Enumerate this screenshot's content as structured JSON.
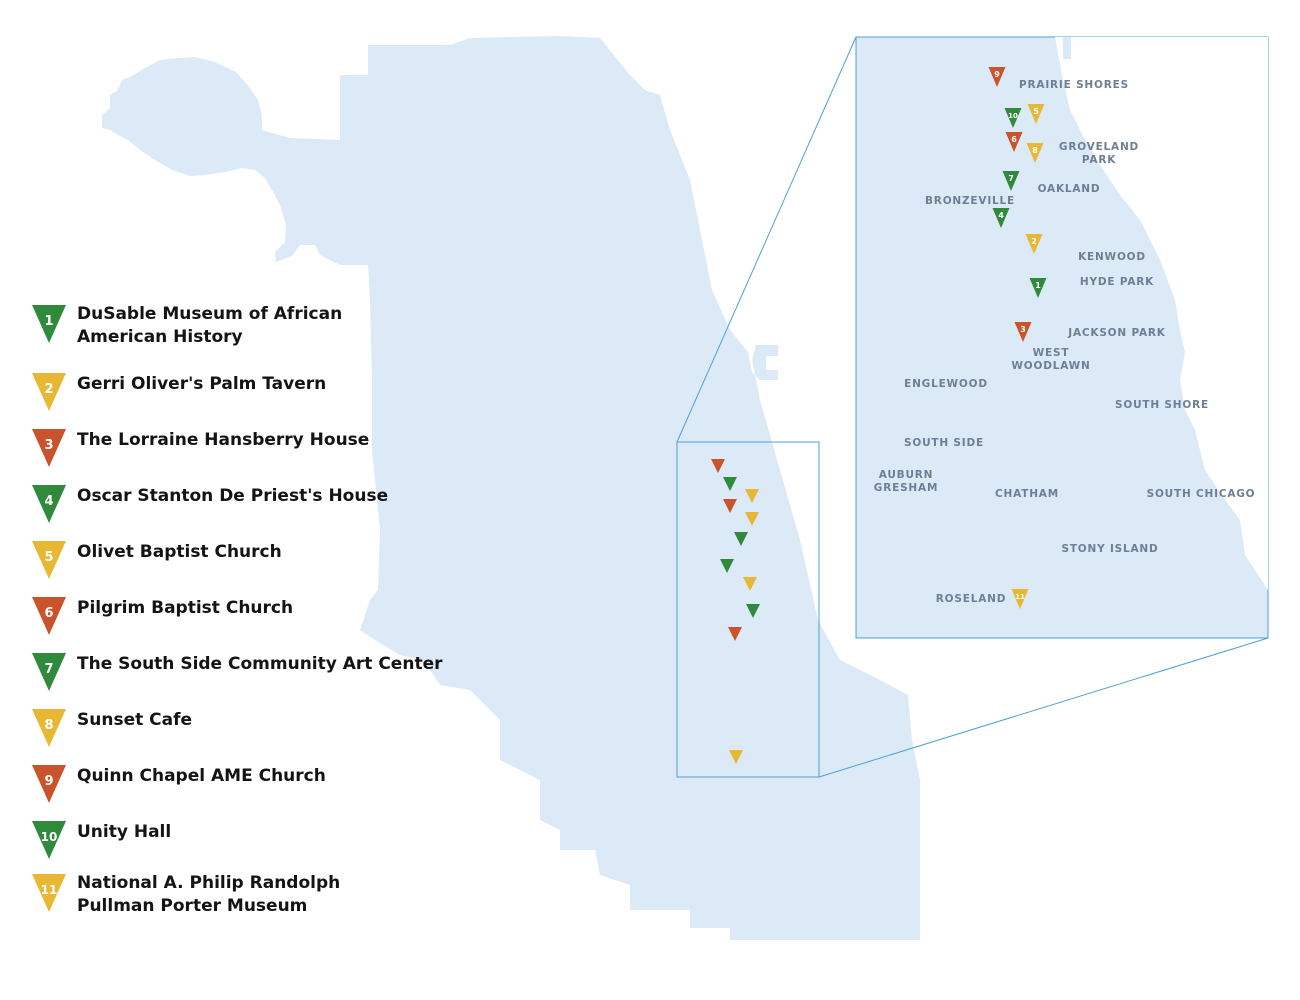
{
  "colors": {
    "land": "#dce9f6",
    "inset_border": "#4fa0d4",
    "green": "#2f8a3c",
    "yellow": "#e8b835",
    "red": "#c9542c",
    "label": "#6f7f93"
  },
  "legend": [
    {
      "num": "1",
      "color": "green",
      "lines": [
        "DuSable Museum of African",
        "American History"
      ]
    },
    {
      "num": "2",
      "color": "yellow",
      "lines": [
        "Gerri Oliver's Palm Tavern"
      ]
    },
    {
      "num": "3",
      "color": "red",
      "lines": [
        "The Lorraine Hansberry House"
      ]
    },
    {
      "num": "4",
      "color": "green",
      "lines": [
        "Oscar Stanton De Priest's House"
      ]
    },
    {
      "num": "5",
      "color": "yellow",
      "lines": [
        "Olivet Baptist Church"
      ]
    },
    {
      "num": "6",
      "color": "red",
      "lines": [
        "Pilgrim Baptist Church"
      ]
    },
    {
      "num": "7",
      "color": "green",
      "lines": [
        "The South Side Community Art Center"
      ]
    },
    {
      "num": "8",
      "color": "yellow",
      "lines": [
        "Sunset Cafe"
      ]
    },
    {
      "num": "9",
      "color": "red",
      "lines": [
        "Quinn Chapel AME Church"
      ]
    },
    {
      "num": "10",
      "color": "green",
      "lines": [
        "Unity Hall"
      ]
    },
    {
      "num": "11",
      "color": "yellow",
      "lines": [
        "National A. Philip Randolph",
        "Pullman Porter Museum"
      ]
    }
  ],
  "neighborhoods": [
    [
      "PRAIRIE SHORES"
    ],
    [
      "GROVELAND",
      "PARK"
    ],
    [
      "OAKLAND"
    ],
    [
      "BRONZEVILLE"
    ],
    [
      "KENWOOD"
    ],
    [
      "HYDE PARK"
    ],
    [
      "JACKSON PARK"
    ],
    [
      "WEST",
      "WOODLAWN"
    ],
    [
      "ENGLEWOOD"
    ],
    [
      "SOUTH SHORE"
    ],
    [
      "SOUTH SIDE"
    ],
    [
      "AUBURN",
      "GRESHAM"
    ],
    [
      "CHATHAM"
    ],
    [
      "SOUTH CHICAGO"
    ],
    [
      "STONY ISLAND"
    ],
    [
      "ROSELAND"
    ]
  ]
}
